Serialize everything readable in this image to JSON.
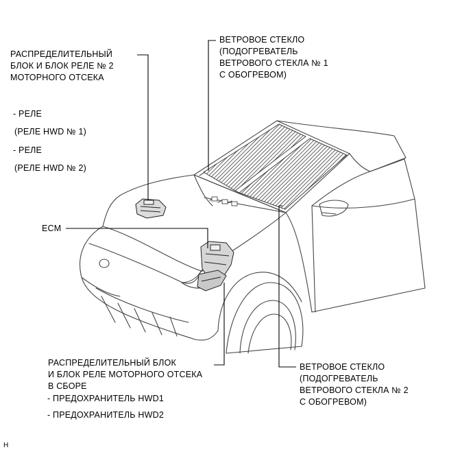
{
  "labels": {
    "engine_room_relay_block": [
      "РАСПРЕДЕЛИТЕЛЬНЫЙ",
      "БЛОК И БЛОК РЕЛЕ № 2",
      "МОТОРНОГО ОТСЕКА"
    ],
    "relay_1": "-  РЕЛЕ",
    "relay_1_name": "(РЕЛЕ HWD № 1)",
    "relay_2": "-  РЕЛЕ",
    "relay_2_name": "(РЕЛЕ HWD № 2)",
    "windshield_1": [
      "ВЕТРОВОЕ СТЕКЛО",
      "(ПОДОГРЕВАТЕЛЬ",
      "ВЕТРОВОГО СТЕКЛА № 1",
      "С ОБОГРЕВОМ)"
    ],
    "ecm": "ECM",
    "junction_block": [
      "РАСПРЕДЕЛИТЕЛЬНЫЙ БЛОК",
      "И БЛОК РЕЛЕ МОТОРНОГО ОТСЕКА",
      "В СБОРЕ"
    ],
    "fuse_1": "- ПРЕДОХРАНИТЕЛЬ HWD1",
    "fuse_2": "- ПРЕДОХРАНИТЕЛЬ HWD2",
    "windshield_2": [
      "ВЕТРОВОЕ СТЕКЛО",
      "(ПОДОГРЕВАТЕЛЬ",
      "ВЕТРОВОГО СТЕКЛА № 2",
      "С ОБОГРЕВОМ)"
    ],
    "figure_code": "H"
  }
}
